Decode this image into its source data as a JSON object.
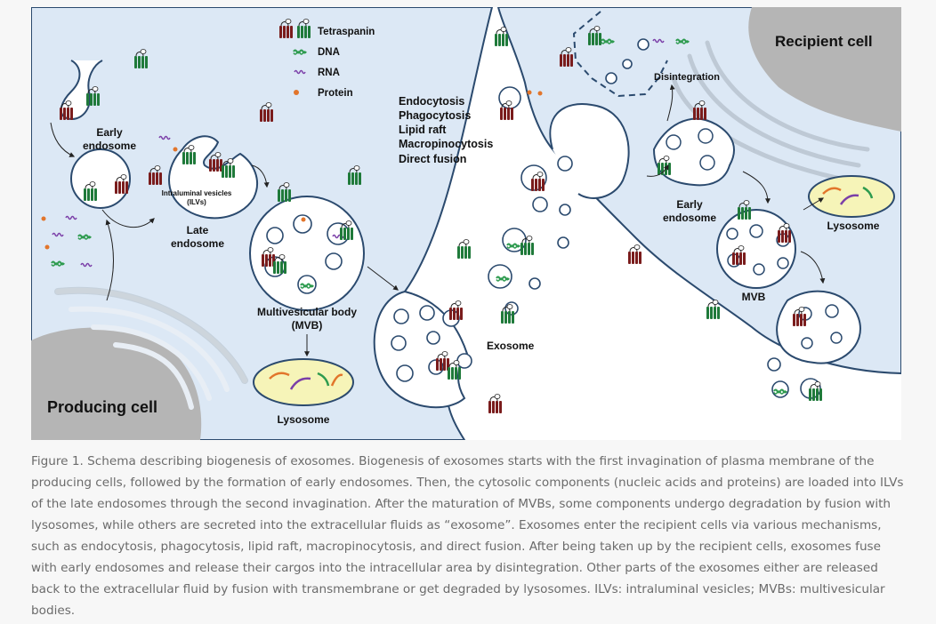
{
  "figure": {
    "producing_cell": "Producing cell",
    "recipient_cell": "Recipient cell",
    "legend": [
      "Tetraspanin",
      "DNA",
      "RNA",
      "Protein"
    ],
    "producing_labels": {
      "early_endosome_1": "Early",
      "early_endosome_2": "endosome",
      "ilv_1": "Intraluminal vesicles",
      "ilv_2": "(ILVs)",
      "late_endosome_1": "Late",
      "late_endosome_2": "endosome",
      "mvb_1": "Multivesicular body",
      "mvb_2": "(MVB)",
      "lysosome": "Lysosome"
    },
    "uptake_mechanisms": [
      "Endocytosis",
      "Phagocytosis",
      "Lipid raft",
      "Macropinocytosis",
      "Direct fusion"
    ],
    "exosome": "Exosome",
    "recipient_labels": {
      "disintegration": "Disintegration",
      "early_endosome_1": "Early",
      "early_endosome_2": "endosome",
      "lysosome": "Lysosome",
      "mvb": "MVB"
    }
  },
  "caption": "Figure 1. Schema describing biogenesis of exosomes. Biogenesis of exosomes starts with the first invagination of plasma membrane of the producing cells, followed by the formation of early endosomes. Then, the cytosolic components (nucleic acids and proteins) are loaded into ILVs of the late endosomes through the second invagination. After the maturation of MVBs, some components undergo degradation by fusion with lysosomes, while others are secreted into the extracellular fluids as “exosome”. Exosomes enter the recipient cells via various mechanisms, such as endocytosis, phagocytosis, lipid raft, macropinocytosis, and direct fusion. After being taken up by the recipient cells, exosomes fuse with early endosomes and release their cargos into the intracellular area by disintegration. Other parts of the exosomes either are released back to the extracellular fluid by fusion with transmembrane or get degraded by lysosomes. ILVs: intraluminal vesicles; MVBs: multivesicular bodies.",
  "colors": {
    "cytoplasm": "#dce8f5",
    "membrane": "#2b4a6e",
    "nucleus": "#b5b5b5",
    "lysosome": "#f6f4b8",
    "tetraspanin_red": "#7a1c1c",
    "tetraspanin_green": "#1f7a3a",
    "dna": "#2e9b4f",
    "rna": "#7b3fa8",
    "protein": "#e2752b",
    "caption_text": "#6b6b6b"
  }
}
